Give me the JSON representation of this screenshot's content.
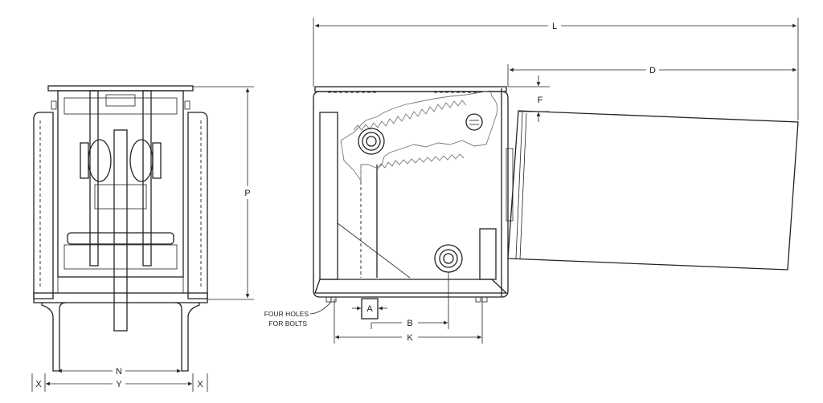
{
  "drawing": {
    "dimensions": {
      "L": "L",
      "D": "D",
      "F": "F",
      "P": "P",
      "N": "N",
      "X_left": "X",
      "Y": "Y",
      "X_right": "X",
      "A": "A",
      "B": "B",
      "K": "K"
    },
    "notes": {
      "bolt_holes_line1": "FOUR HOLES",
      "bolt_holes_line2": "FOR BOLTS"
    }
  }
}
